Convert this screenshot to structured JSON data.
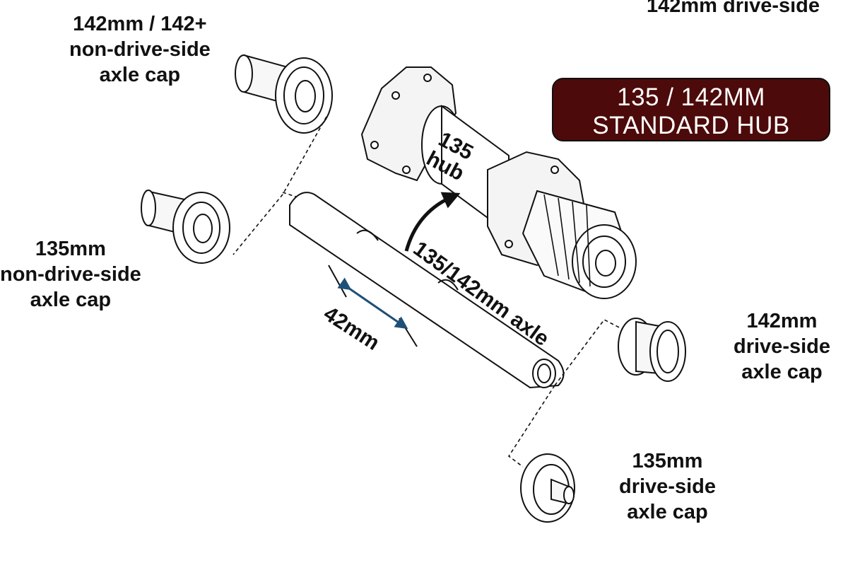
{
  "banner": {
    "line1": "135 / 142MM",
    "line2": "STANDARD HUB",
    "color": "#4d0a0a"
  },
  "labels": {
    "top_right": "142mm drive-side",
    "ndss142": {
      "line1": "142mm / 142+",
      "line2": "non-drive-side",
      "line3": "axle cap"
    },
    "ndss135": {
      "line1": "135mm",
      "line2": "non-drive-side",
      "line3": "axle cap"
    },
    "ds142": {
      "line1": "142mm",
      "line2": "drive-side",
      "line3": "axle cap"
    },
    "ds135": {
      "line1": "135mm",
      "line2": "drive-side",
      "line3": "axle cap"
    },
    "hub": {
      "line1": "135",
      "line2": "hub"
    },
    "axle": "135/142mm axle",
    "spacing": "42mm"
  },
  "colors": {
    "line": "#111111",
    "arrow": "#1e5077",
    "background": "#ffffff"
  },
  "icons": [
    "hub-body-icon",
    "freehub-icon",
    "axle-icon",
    "axle-cap-icon",
    "curved-arrow-icon",
    "dimension-arrow-icon"
  ]
}
